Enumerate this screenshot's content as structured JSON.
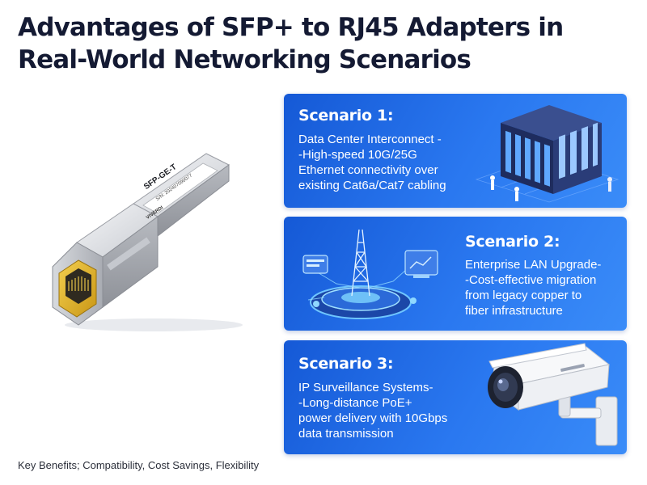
{
  "title": {
    "line1": "Advantages of SFP+ to RJ45 Adapters in",
    "line2": "Real-World Networking Scenarios"
  },
  "module": {
    "model_label": "SFP-GE-T",
    "brand": "VIVERDI",
    "serial": "S/N: 202407090077"
  },
  "scenarios": [
    {
      "heading": "Scenario 1:",
      "lines": [
        "Data Center Interconnect -",
        "-High-speed 10G/25G",
        "Ethernet connectivity over",
        "existing Cat6a/Cat7 cabling"
      ],
      "illustration": "server-rack-icon"
    },
    {
      "heading": "Scenario 2:",
      "lines": [
        "Enterprise LAN Upgrade-",
        "-Cost-effective migration",
        "from legacy copper to",
        "fiber infrastructure"
      ],
      "illustration": "network-tower-icon"
    },
    {
      "heading": "Scenario 3:",
      "lines": [
        "IP Surveillance Systems-",
        "-Long-distance PoE+",
        "power delivery with 10Gbps",
        "data transmission"
      ],
      "illustration": "security-camera-icon"
    }
  ],
  "footer": "Key Benefits; Compatibility, Cost Savings, Flexibility",
  "colors": {
    "title": "#141a33",
    "card_blue": "#1f6ae6",
    "connector_gold": "#e2b42a"
  }
}
